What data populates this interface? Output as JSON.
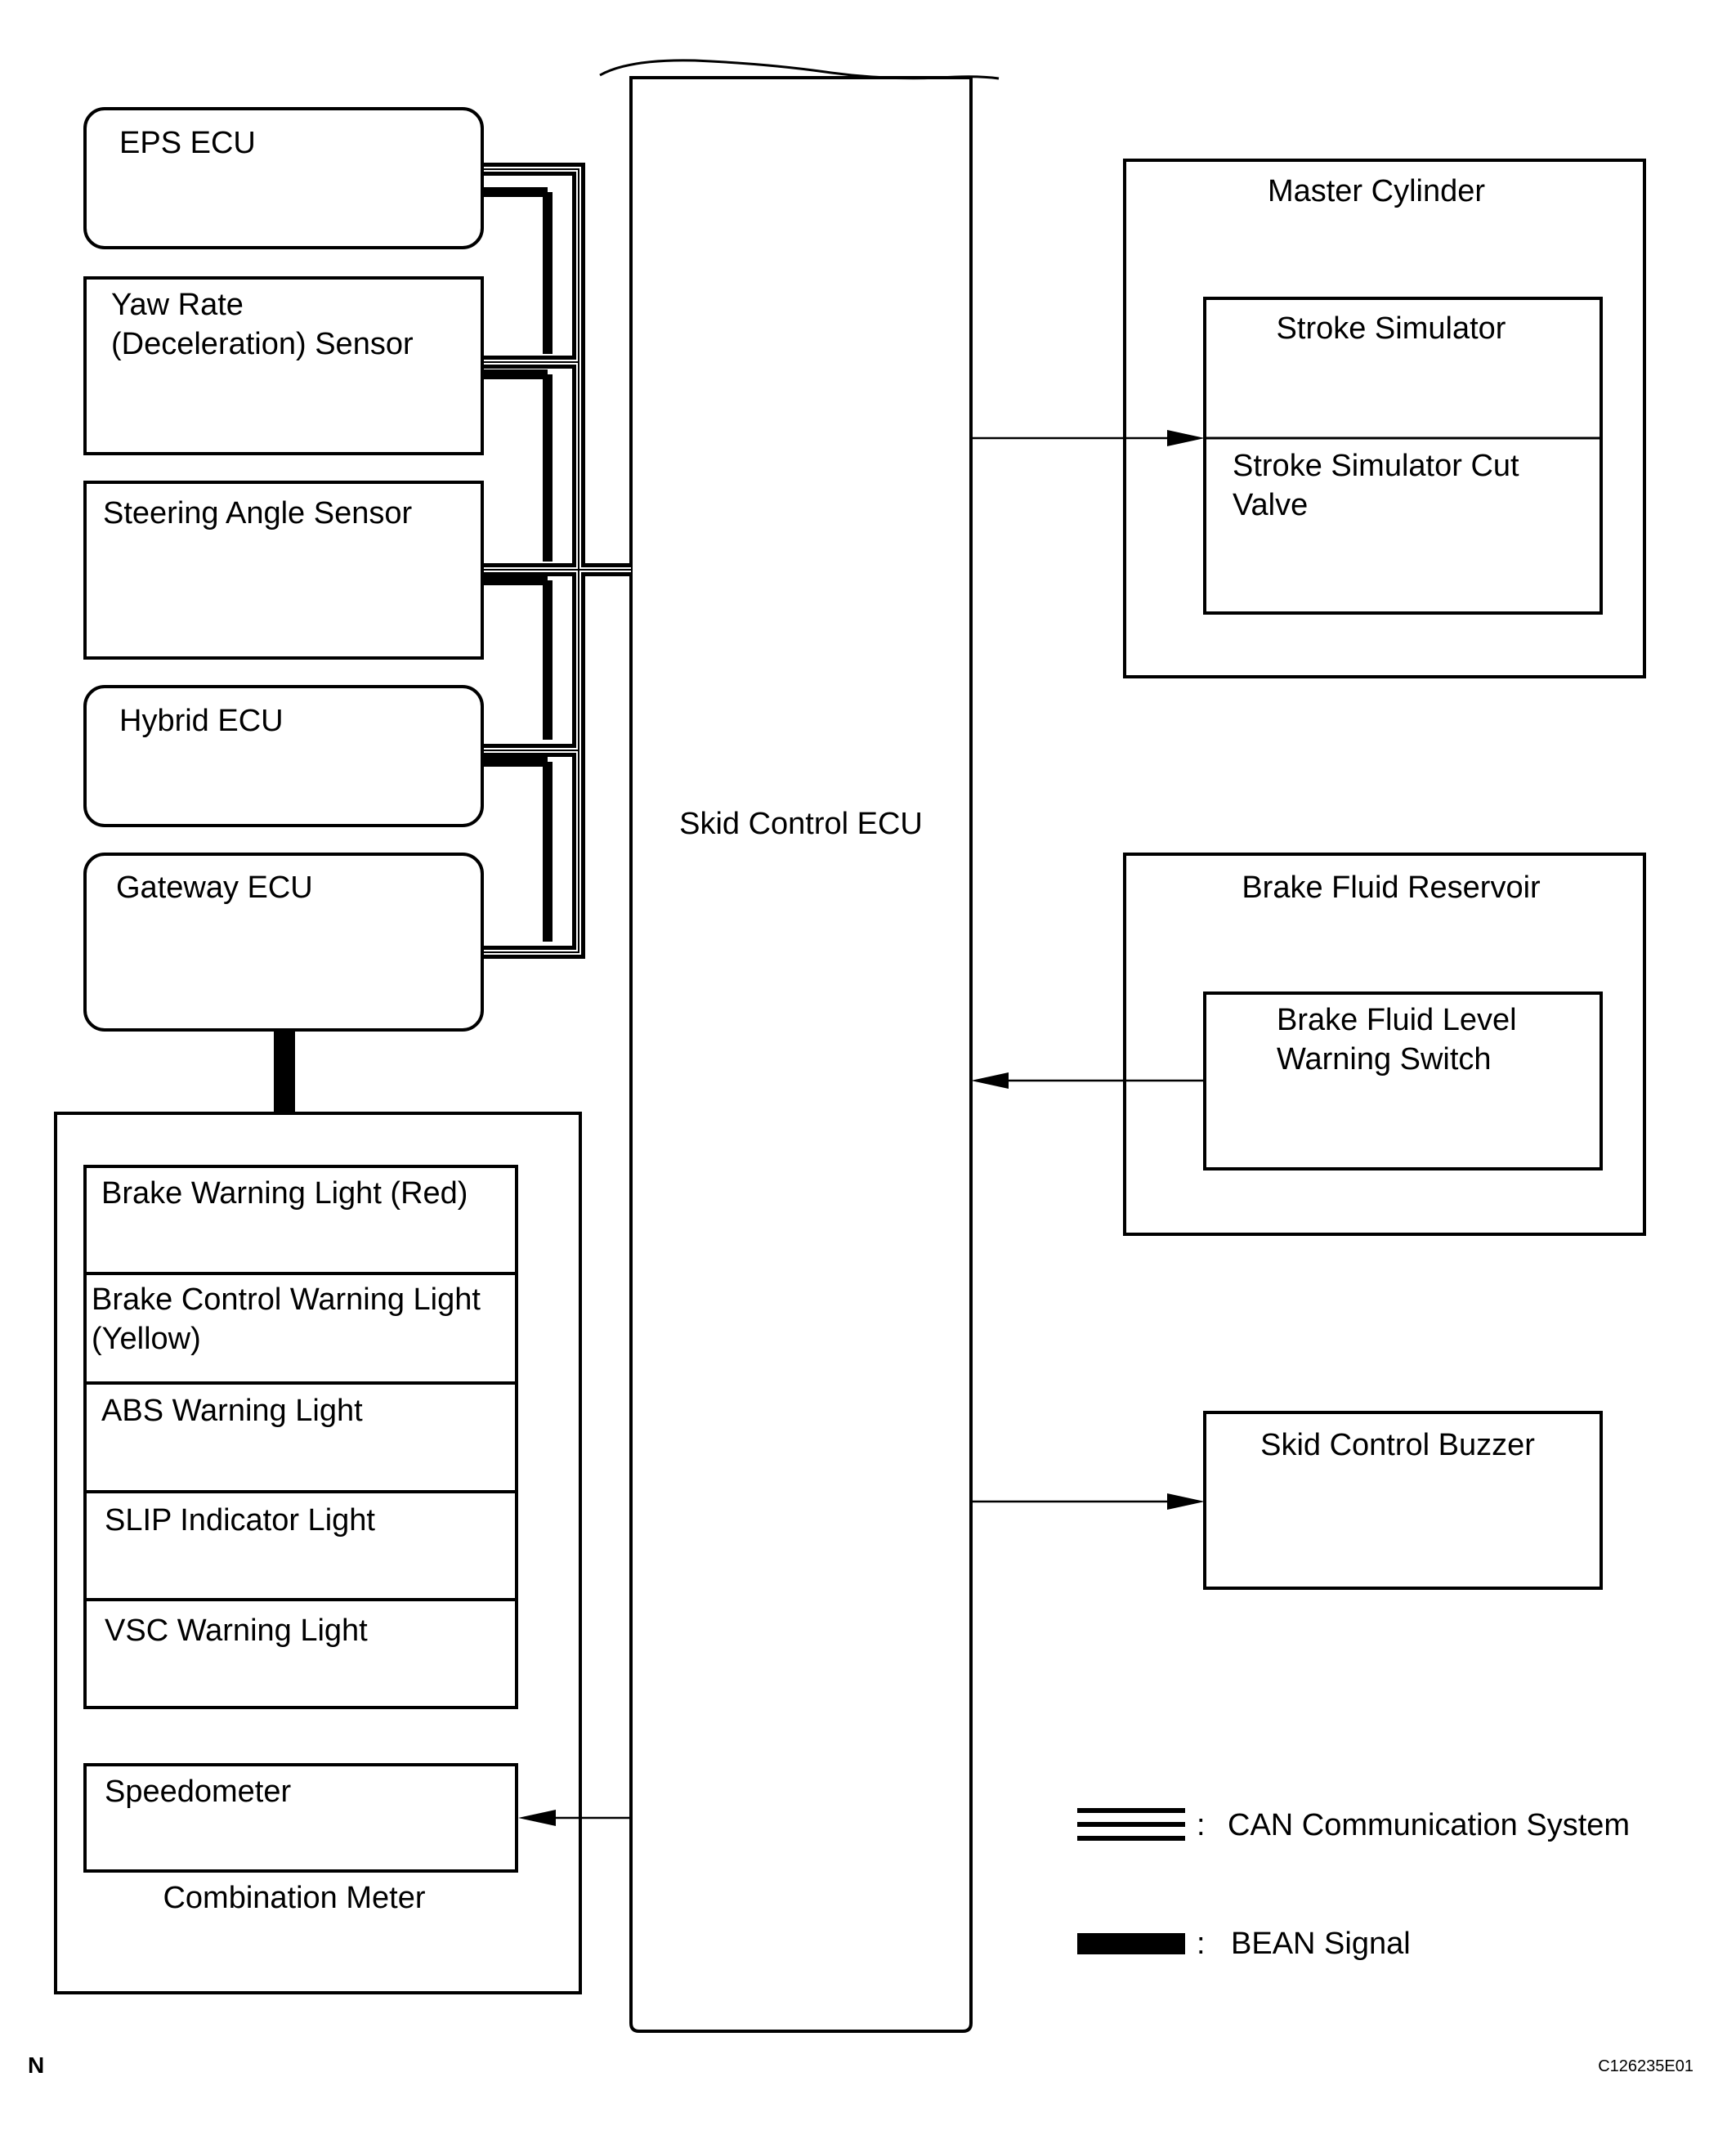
{
  "components": {
    "eps_ecu": "EPS ECU",
    "yaw_rate_sensor_line1": "Yaw Rate",
    "yaw_rate_sensor_line2": "(Deceleration) Sensor",
    "steering_angle_sensor": "Steering Angle Sensor",
    "hybrid_ecu": "Hybrid ECU",
    "gateway_ecu": "Gateway ECU",
    "skid_control_ecu": "Skid Control ECU",
    "master_cylinder": "Master Cylinder",
    "stroke_simulator": "Stroke Simulator",
    "stroke_simulator_cut_valve_line1": "Stroke Simulator Cut",
    "stroke_simulator_cut_valve_line2": "Valve",
    "brake_fluid_reservoir": "Brake Fluid Reservoir",
    "brake_fluid_level_switch_line1": "Brake Fluid Level",
    "brake_fluid_level_switch_line2": "Warning Switch",
    "skid_control_buzzer": "Skid Control Buzzer"
  },
  "combination_meter": {
    "title": "Combination Meter",
    "brake_warning_light": "Brake Warning Light (Red)",
    "brake_control_warning_light_line1": "Brake Control Warning Light",
    "brake_control_warning_light_line2": "(Yellow)",
    "abs_warning_light": "ABS Warning Light",
    "slip_indicator_light": "SLIP Indicator Light",
    "vsc_warning_light": "VSC Warning Light",
    "speedometer": "Speedometer"
  },
  "legend": {
    "separator": ":",
    "can": "CAN Communication System",
    "bean": "BEAN Signal"
  },
  "corner_mark": "N",
  "figure_code": "C126235E01"
}
